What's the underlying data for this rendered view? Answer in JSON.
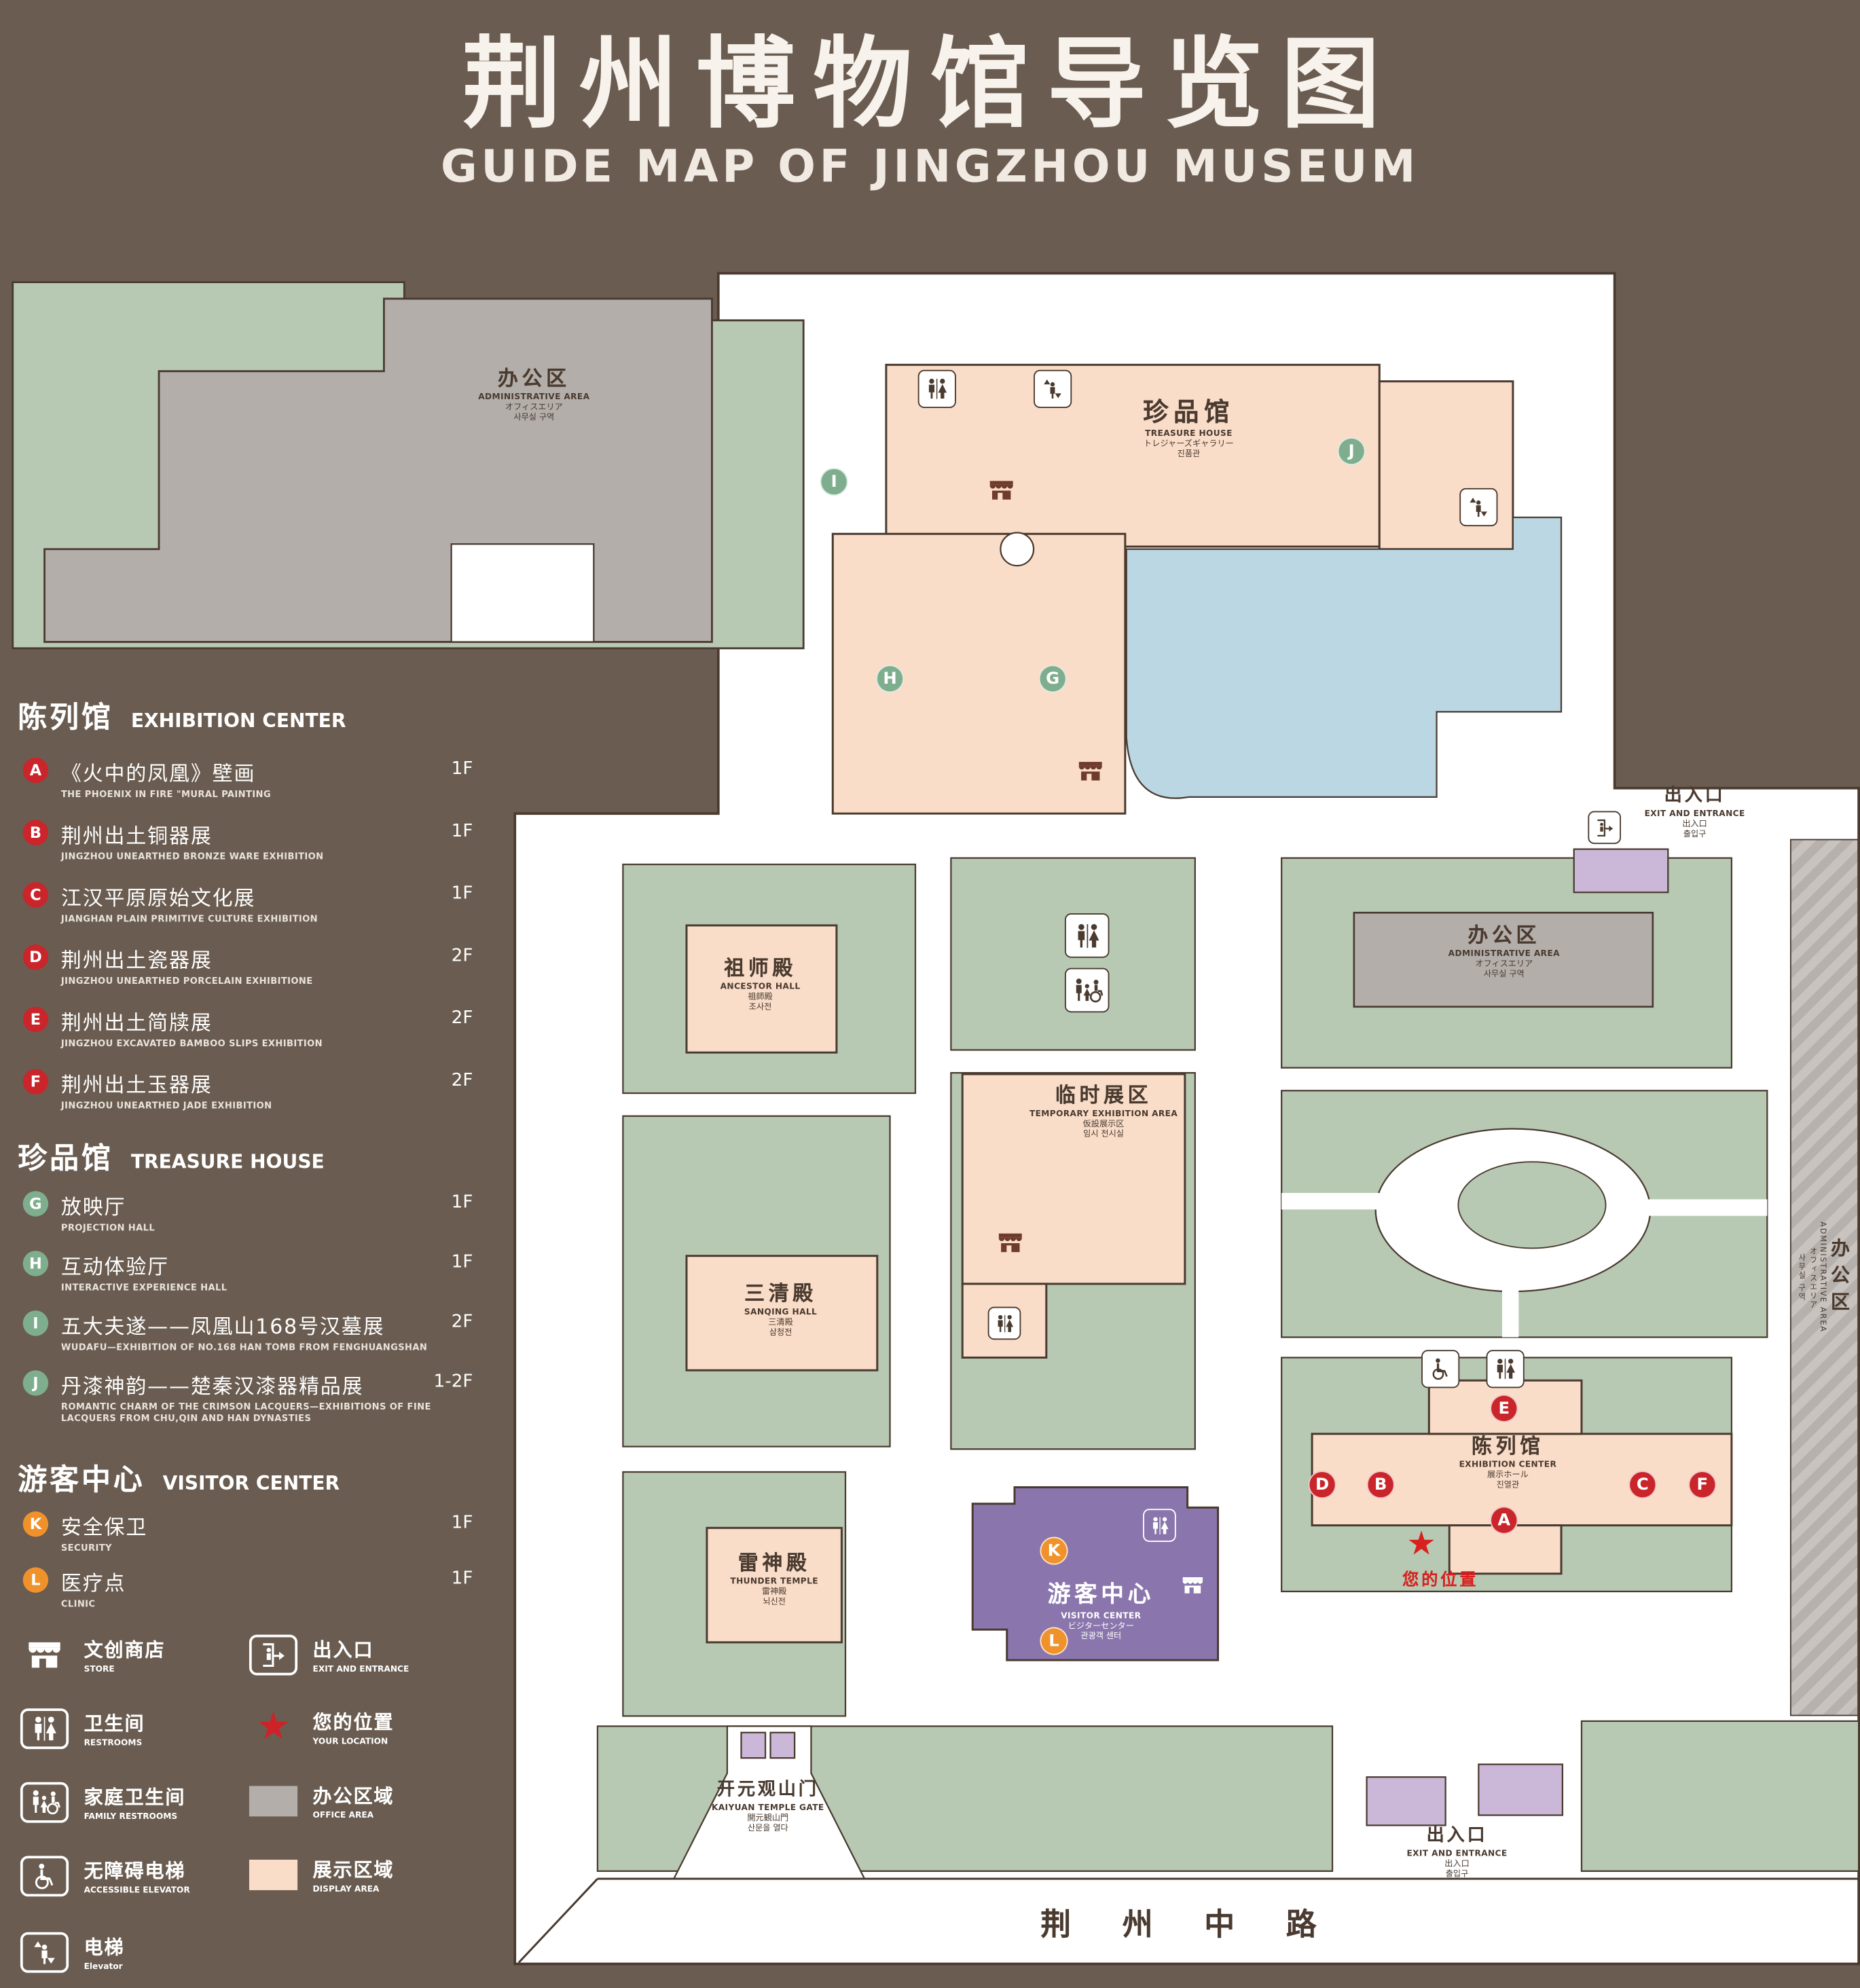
{
  "title": {
    "zh": "荆州博物馆导览图",
    "en": "GUIDE MAP OF JINGZHOU MUSEUM"
  },
  "colors": {
    "background": "#6a5c50",
    "lawn": "#b7c9b3",
    "display_area": "#f9ddc9",
    "office_area": "#b3aeaa",
    "water": "#bad7e3",
    "visitor_center": "#8a76ad",
    "entrance_pad": "#cbb8d8",
    "marker_red": "#c9252b",
    "marker_green": "#7fae8e",
    "marker_orange": "#f0922b",
    "outline": "#4a3a2f",
    "location_red": "#d8201f"
  },
  "legend": {
    "sections": [
      {
        "zh": "陈列馆",
        "en": "EXHIBITION CENTER",
        "items": [
          {
            "letter": "A",
            "zh": "《火中的凤凰》壁画",
            "en": "THE PHOENIX IN FIRE \"MURAL PAINTING",
            "floor": "1F"
          },
          {
            "letter": "B",
            "zh": "荆州出土铜器展",
            "en": "JINGZHOU UNEARTHED BRONZE WARE EXHIBITION",
            "floor": "1F"
          },
          {
            "letter": "C",
            "zh": "江汉平原原始文化展",
            "en": "JIANGHAN PLAIN PRIMITIVE CULTURE EXHIBITION",
            "floor": "1F"
          },
          {
            "letter": "D",
            "zh": "荆州出土瓷器展",
            "en": "JINGZHOU UNEARTHED PORCELAIN EXHIBITIONE",
            "floor": "2F"
          },
          {
            "letter": "E",
            "zh": "荆州出土简牍展",
            "en": "JINGZHOU EXCAVATED BAMBOO SLIPS EXHIBITION",
            "floor": "2F"
          },
          {
            "letter": "F",
            "zh": "荆州出土玉器展",
            "en": "JINGZHOU UNEARTHED JADE EXHIBITION",
            "floor": "2F"
          }
        ]
      },
      {
        "zh": "珍品馆",
        "en": "TREASURE HOUSE",
        "items": [
          {
            "letter": "G",
            "zh": "放映厅",
            "en": "PROJECTION HALL",
            "floor": "1F"
          },
          {
            "letter": "H",
            "zh": "互动体验厅",
            "en": "INTERACTIVE EXPERIENCE HALL",
            "floor": "1F"
          },
          {
            "letter": "I",
            "zh": "五大夫遂——凤凰山168号汉墓展",
            "en": "WUDAFU—EXHIBITION OF NO.168 HAN TOMB FROM FENGHUANGSHAN",
            "floor": "2F"
          },
          {
            "letter": "J",
            "zh": "丹漆神韵——楚秦汉漆器精品展",
            "en": "ROMANTIC CHARM OF THE CRIMSON LACQUERS—EXHIBITIONS OF FINE LACQUERS FROM CHU,QIN AND HAN DYNASTIES",
            "floor": "1-2F"
          }
        ]
      },
      {
        "zh": "游客中心",
        "en": "VISITOR CENTER",
        "items": [
          {
            "letter": "K",
            "zh": "安全保卫",
            "en": "SECURITY",
            "floor": "1F"
          },
          {
            "letter": "L",
            "zh": "医疗点",
            "en": "CLINIC",
            "floor": "1F"
          }
        ]
      }
    ],
    "symbols": [
      {
        "icon": "store-icon",
        "zh": "文创商店",
        "en": "STORE"
      },
      {
        "icon": "exit-icon",
        "zh": "出入口",
        "en": "EXIT AND ENTRANCE"
      },
      {
        "icon": "restroom-icon",
        "zh": "卫生间",
        "en": "RESTROOMS"
      },
      {
        "icon": "your-location-icon",
        "zh": "您的位置",
        "en": "YOUR LOCATION"
      },
      {
        "icon": "family-restroom-icon",
        "zh": "家庭卫生间",
        "en": "FAMILY RESTROOMS"
      },
      {
        "icon": "office-swatch",
        "zh": "办公区域",
        "en": "OFFICE AREA"
      },
      {
        "icon": "accessible-elevator-icon",
        "zh": "无障碍电梯",
        "en": "ACCESSIBLE ELEVATOR"
      },
      {
        "icon": "display-swatch",
        "zh": "展示区域",
        "en": "DISPLAY AREA"
      },
      {
        "icon": "elevator-icon",
        "zh": "电梯",
        "en": "Elevator"
      }
    ]
  },
  "map": {
    "buildings": {
      "admin_topleft": {
        "zh": "办公区",
        "en": "ADMINISTRATIVE AREA",
        "ja": "オフィスエリア",
        "ko": "사무실 구역"
      },
      "treasure_house": {
        "zh": "珍品馆",
        "en": "TREASURE HOUSE",
        "ja": "トレジャーズギャラリー",
        "ko": "진품관"
      },
      "ancestor_hall": {
        "zh": "祖师殿",
        "en": "ANCESTOR HALL",
        "ja": "祖師殿",
        "ko": "조사전"
      },
      "temporary_exhibition": {
        "zh": "临时展区",
        "en": "TEMPORARY EXHIBITION AREA",
        "ja": "仮設展示区",
        "ko": "임시 전시실"
      },
      "admin_right": {
        "zh": "办公区",
        "en": "ADMINISTRATIVE AREA",
        "ja": "オフィスエリア",
        "ko": "사무실 구역"
      },
      "admin_strip": {
        "zh": "办公区",
        "en": "ADMINISTRATIVE AREA",
        "ja": "オフィスエリア",
        "ko": "사무실 구역"
      },
      "sanqing_hall": {
        "zh": "三清殿",
        "en": "SANQING HALL",
        "ja": "三清殿",
        "ko": "삼청전"
      },
      "thunder_temple": {
        "zh": "雷神殿",
        "en": "THUNDER TEMPLE",
        "ja": "雷神殿",
        "ko": "뇌신전"
      },
      "exhibition_center": {
        "zh": "陈列馆",
        "en": "EXHIBITION CENTER",
        "ja": "展示ホール",
        "ko": "진열관"
      },
      "visitor_center": {
        "zh": "游客中心",
        "en": "VISITOR CENTER",
        "ja": "ビジターセンター",
        "ko": "관광객 센터"
      },
      "gate": {
        "zh": "开元观山门",
        "en": "KAIYUAN TEMPLE GATE",
        "ja": "開元観山門",
        "ko": "산문을 열다"
      },
      "exit_top": {
        "zh": "出入口",
        "en": "EXIT AND ENTRANCE",
        "ja": "出入口",
        "ko": "출입구"
      },
      "exit_bottom": {
        "zh": "出入口",
        "en": "EXIT AND ENTRANCE",
        "ja": "出入口",
        "ko": "출입구"
      }
    },
    "labels": {
      "road": "荆 州 中 路",
      "your_location": "您的位置"
    },
    "markers": {
      "A": "A",
      "B": "B",
      "C": "C",
      "D": "D",
      "E": "E",
      "F": "F",
      "G": "G",
      "H": "H",
      "I": "I",
      "J": "J",
      "K": "K",
      "L": "L"
    }
  }
}
